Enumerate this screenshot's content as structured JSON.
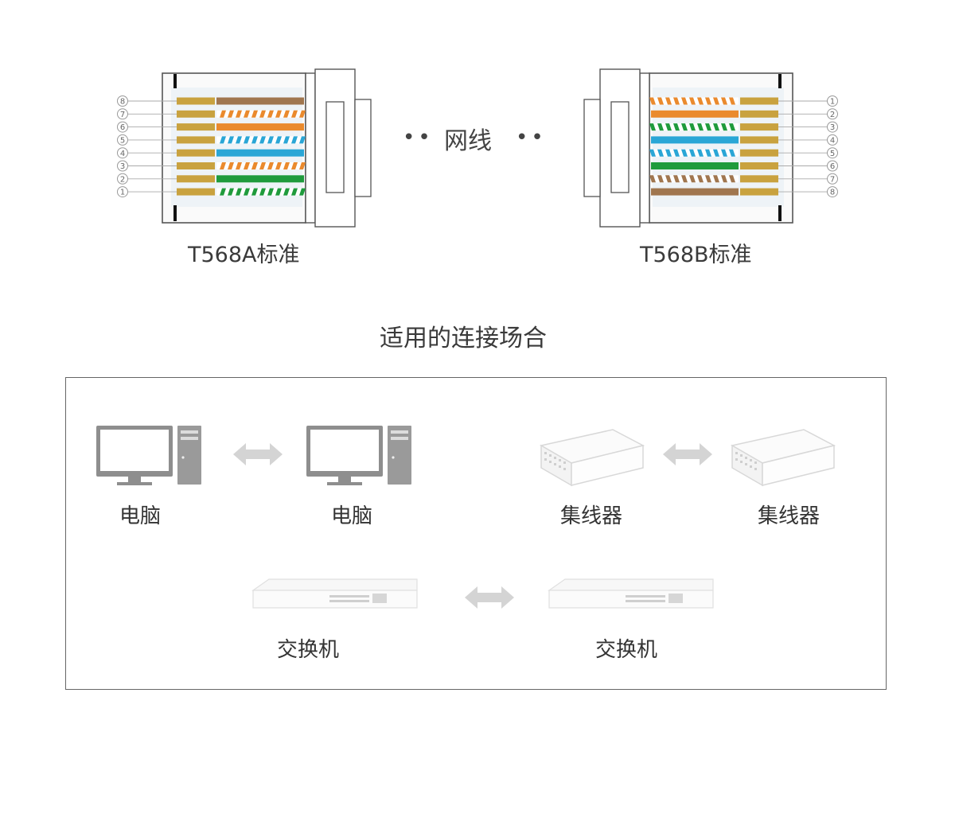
{
  "connectors": {
    "left_label": "T568A标准",
    "right_label": "T568B标准",
    "left_pins": [
      "8",
      "7",
      "6",
      "5",
      "4",
      "3",
      "2",
      "1"
    ],
    "right_pins": [
      "1",
      "2",
      "3",
      "4",
      "5",
      "6",
      "7",
      "8"
    ],
    "left_wire_colors": [
      {
        "main": "#a0764f",
        "striped": false
      },
      {
        "main": "#ea8a2d",
        "striped": true
      },
      {
        "main": "#ea8a2d",
        "striped": false
      },
      {
        "main": "#2aa6d6",
        "striped": true
      },
      {
        "main": "#2aa6d6",
        "striped": false
      },
      {
        "main": "#ea8a2d",
        "striped": true
      },
      {
        "main": "#1f9b3c",
        "striped": false
      },
      {
        "main": "#1f9b3c",
        "striped": true
      }
    ],
    "right_wire_colors": [
      {
        "main": "#ea8a2d",
        "striped": true
      },
      {
        "main": "#ea8a2d",
        "striped": false
      },
      {
        "main": "#1f9b3c",
        "striped": true
      },
      {
        "main": "#2aa6d6",
        "striped": false
      },
      {
        "main": "#2aa6d6",
        "striped": true
      },
      {
        "main": "#1f9b3c",
        "striped": false
      },
      {
        "main": "#a0764f",
        "striped": true
      },
      {
        "main": "#a0764f",
        "striped": false
      }
    ]
  },
  "cable": {
    "label": "网线",
    "dots_left": "••",
    "dots_right": "••"
  },
  "section_title": "适用的连接场合",
  "devices": {
    "pc_left": "电脑",
    "pc_right": "电脑",
    "hub_left": "集线器",
    "hub_right": "集线器",
    "switch_left": "交换机",
    "switch_right": "交换机"
  },
  "colors": {
    "pin_gold": "#c9a23f",
    "arrow_gray": "#d4d4d4",
    "box_border": "#666666"
  }
}
